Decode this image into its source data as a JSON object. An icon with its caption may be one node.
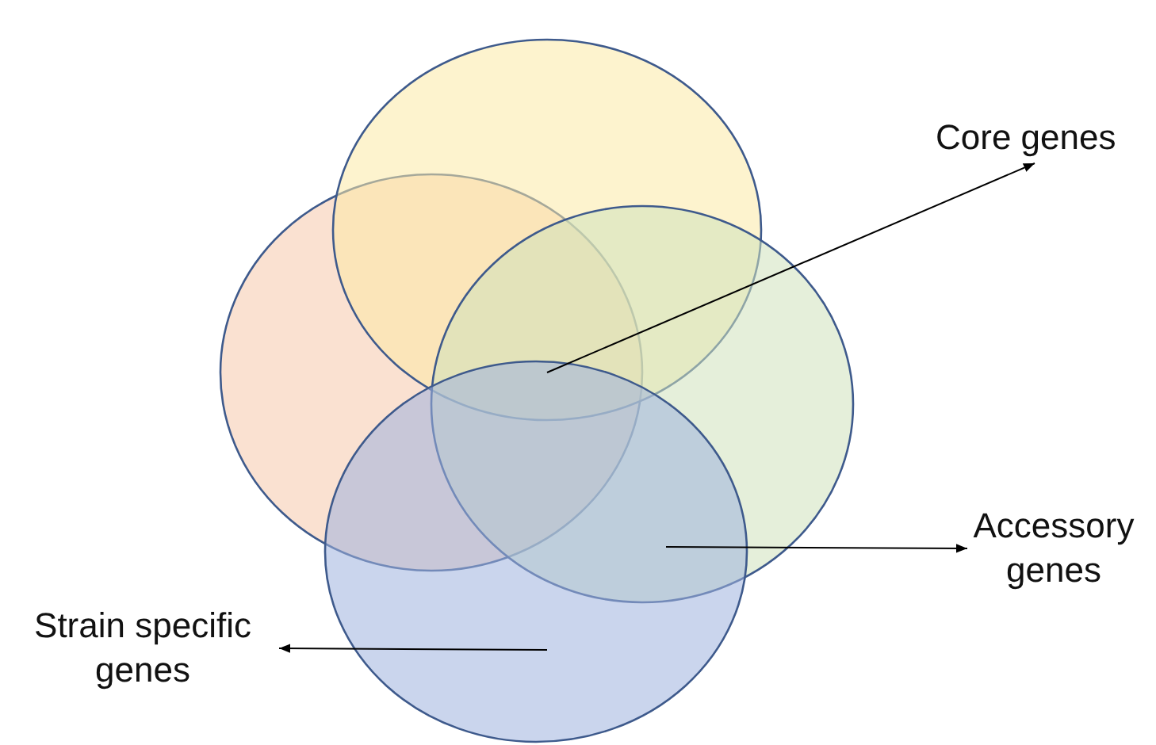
{
  "diagram": {
    "nodes": [
      {
        "text": [],
        "shape": "circle"
      },
      {
        "text": [],
        "shape": "circle"
      },
      {
        "text": [],
        "shape": "circle"
      },
      {
        "text": [],
        "shape": "circle"
      },
      {
        "text": [
          "Core genes"
        ]
      },
      {
        "text": [
          "Accessory genes"
        ]
      },
      {
        "text": [
          "Strain specific genes"
        ]
      }
    ],
    "edges": [
      {
        "from": 3,
        "to": 4,
        "arrow": "to"
      },
      {
        "from": 3,
        "to": 5,
        "arrow": "to"
      },
      {
        "from": 3,
        "to": 6,
        "arrow": "to"
      }
    ]
  }
}
